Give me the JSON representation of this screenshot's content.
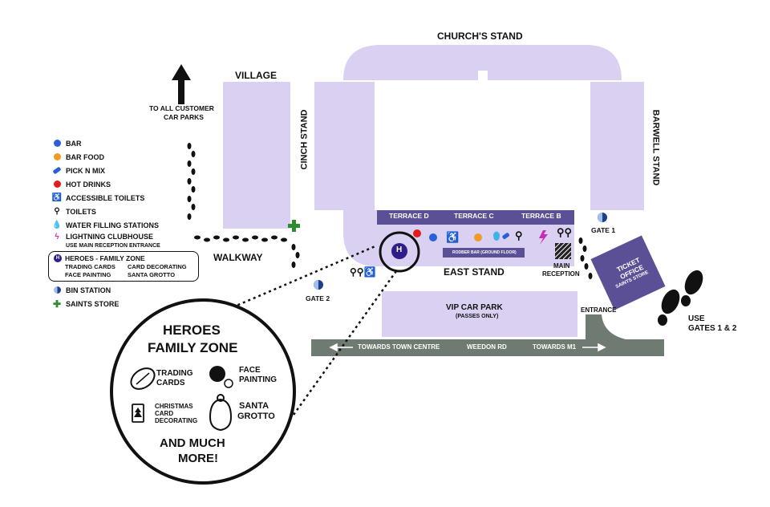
{
  "stands": {
    "north": "CHURCH'S STAND",
    "west": "CINCH STAND",
    "east_side": "BARWELL STAND",
    "south": "EAST STAND"
  },
  "areas": {
    "village": "VILLAGE",
    "walkway": "WALKWAY",
    "to_car_parks": [
      "TO ALL CUSTOMER",
      "CAR PARKS"
    ],
    "gate1": "GATE 1",
    "gate2": "GATE 2",
    "main_reception": [
      "MAIN",
      "RECEPTION"
    ],
    "entrance": "ENTRANCE",
    "use_gates": [
      "USE",
      "GATES 1 & 2"
    ],
    "ticket_office": [
      "TICKET",
      "OFFICE"
    ],
    "saints_store_box": "SAINTS STORE",
    "vip_car_park": "VIP CAR PARK",
    "vip_sub": "(PASSES ONLY)",
    "rodber_bar": "RODBER BAR (GROUND FLOOR)",
    "terrace_d": "TERRACE D",
    "terrace_c": "TERRACE C",
    "terrace_b": "TERRACE B",
    "road_left": "TOWARDS TOWN CENTRE",
    "road_mid": "WEEDON RD",
    "road_right": "TOWARDS M1"
  },
  "legend": [
    {
      "icon": "bar-dot",
      "color": "#2c5fd6",
      "label": "BAR"
    },
    {
      "icon": "bar-food-dot",
      "color": "#f09a28",
      "label": "BAR FOOD"
    },
    {
      "icon": "sweet-icon",
      "color": "#2c5fd6",
      "label": "PICK N MIX"
    },
    {
      "icon": "hot-drinks-dot",
      "color": "#e31b1b",
      "label": "HOT DRINKS"
    },
    {
      "icon": "accessible-icon",
      "color": "#111111",
      "label": "ACCESSIBLE TOILETS"
    },
    {
      "icon": "toilets-icon",
      "color": "#111111",
      "label": "TOILETS"
    },
    {
      "icon": "water-drop-icon",
      "color": "#3fb3e8",
      "label": "WATER FILLING STATIONS"
    },
    {
      "icon": "lightning-icon",
      "color": "#c42fb5",
      "label": "LIGHTNING CLUBHOUSE",
      "sub": "USE MAIN RECEPTION ENTRANCE"
    }
  ],
  "heroes_legend": {
    "badge": "H",
    "title": "HEROES - FAMILY ZONE",
    "items": [
      "TRADING CARDS",
      "CARD DECORATING",
      "FACE PAINTING",
      "SANTA GROTTO"
    ]
  },
  "legend_extra": [
    {
      "icon": "bin-icon",
      "label": "BIN STATION"
    },
    {
      "icon": "cross-icon",
      "color": "#2e8b2e",
      "label": "SAINTS STORE"
    }
  ],
  "callout": {
    "title": [
      "HEROES",
      "FAMILY ZONE"
    ],
    "trading": [
      "TRADING",
      "CARDS"
    ],
    "face": [
      "FACE",
      "PAINTING"
    ],
    "christmas": [
      "CHRISTMAS",
      "CARD",
      "DECORATING"
    ],
    "santa": [
      "SANTA",
      "GROTTO"
    ],
    "footer": [
      "AND MUCH",
      "MORE!"
    ]
  },
  "colors": {
    "stand": "#d9d0f2",
    "stand_dark": "#c6b9ec",
    "terrace": "#5b4f96",
    "road": "#6f7a72",
    "ticket": "#5b4f96",
    "heroes": "#2f1d8a"
  }
}
